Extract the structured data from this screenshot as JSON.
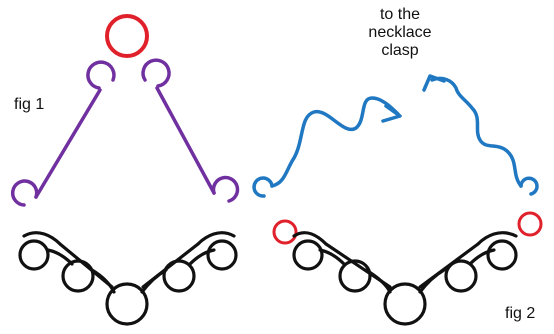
{
  "labels": {
    "fig1": "fig 1",
    "fig2": "fig 2",
    "clasp_line1": "to the",
    "clasp_line2": "necklace",
    "clasp_line3": "clasp"
  },
  "colors": {
    "red": "#e0202a",
    "purple": "#7030a0",
    "blue": "#1f78c1",
    "black": "#111111"
  },
  "icons": [
    "arrow-right-icon",
    "arrow-up-icon"
  ]
}
